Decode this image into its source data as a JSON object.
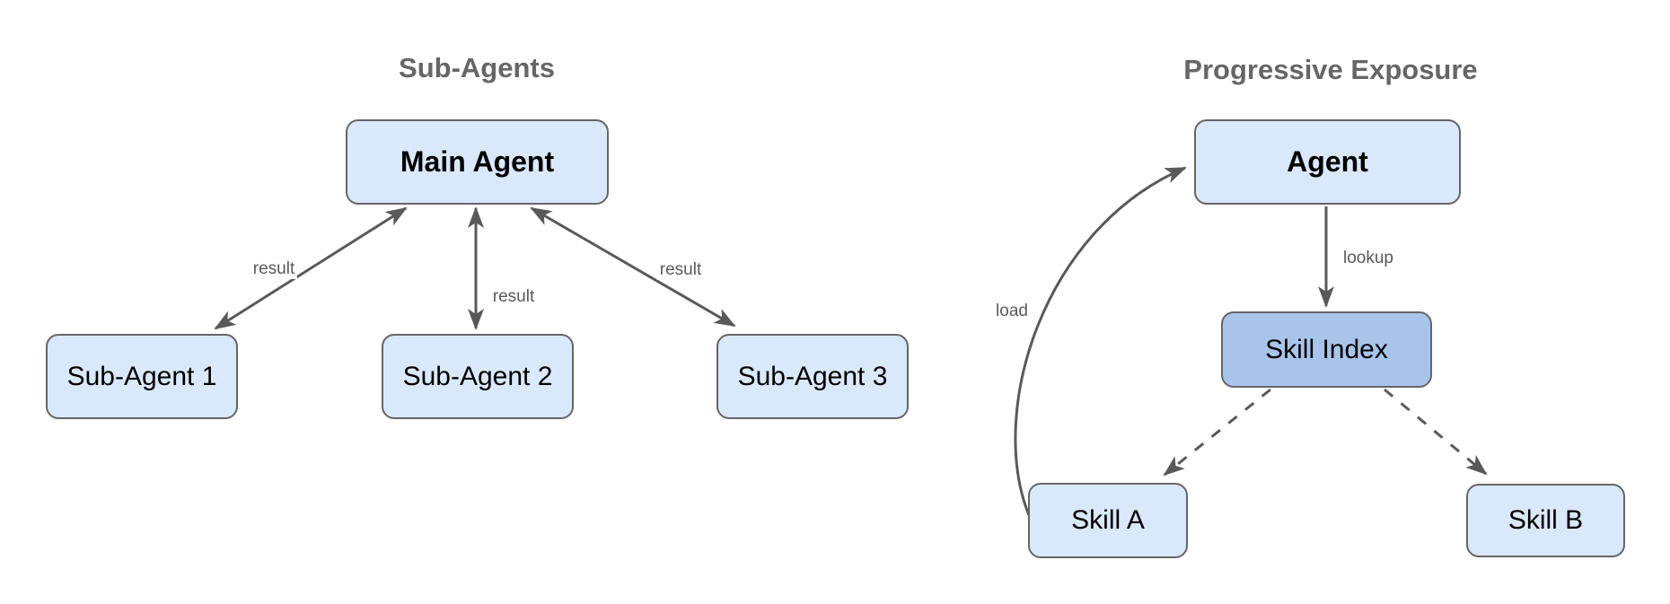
{
  "left_diagram": {
    "title": "Sub-Agents",
    "nodes": {
      "main_agent": {
        "label": "Main Agent"
      },
      "sub_agent_1": {
        "label": "Sub-Agent 1"
      },
      "sub_agent_2": {
        "label": "Sub-Agent 2"
      },
      "sub_agent_3": {
        "label": "Sub-Agent 3"
      }
    },
    "edges": {
      "main_sub1": {
        "label": "result",
        "direction": "bidirectional",
        "style": "solid"
      },
      "main_sub2": {
        "label": "result",
        "direction": "bidirectional",
        "style": "solid"
      },
      "main_sub3": {
        "label": "result",
        "direction": "bidirectional",
        "style": "solid"
      }
    }
  },
  "right_diagram": {
    "title": "Progressive Exposure",
    "nodes": {
      "agent": {
        "label": "Agent"
      },
      "skill_index": {
        "label": "Skill Index"
      },
      "skill_a": {
        "label": "Skill A"
      },
      "skill_b": {
        "label": "Skill B"
      }
    },
    "edges": {
      "agent_to_skill_index": {
        "label": "lookup",
        "direction": "down",
        "style": "solid"
      },
      "skill_index_to_skill_a": {
        "label": "",
        "direction": "down",
        "style": "dashed"
      },
      "skill_index_to_skill_b": {
        "label": "",
        "direction": "down",
        "style": "dashed"
      },
      "skill_a_to_agent": {
        "label": "load",
        "direction": "up",
        "style": "solid-curved"
      }
    }
  },
  "colors": {
    "background": "#ffffff",
    "node_fill": "#dae8fc",
    "node_fill_accent": "#a9c4eb",
    "node_border": "#666666",
    "node_text": "#000000",
    "arrow": "#595959",
    "title_text": "#666666",
    "edge_label_text": "#595959"
  }
}
